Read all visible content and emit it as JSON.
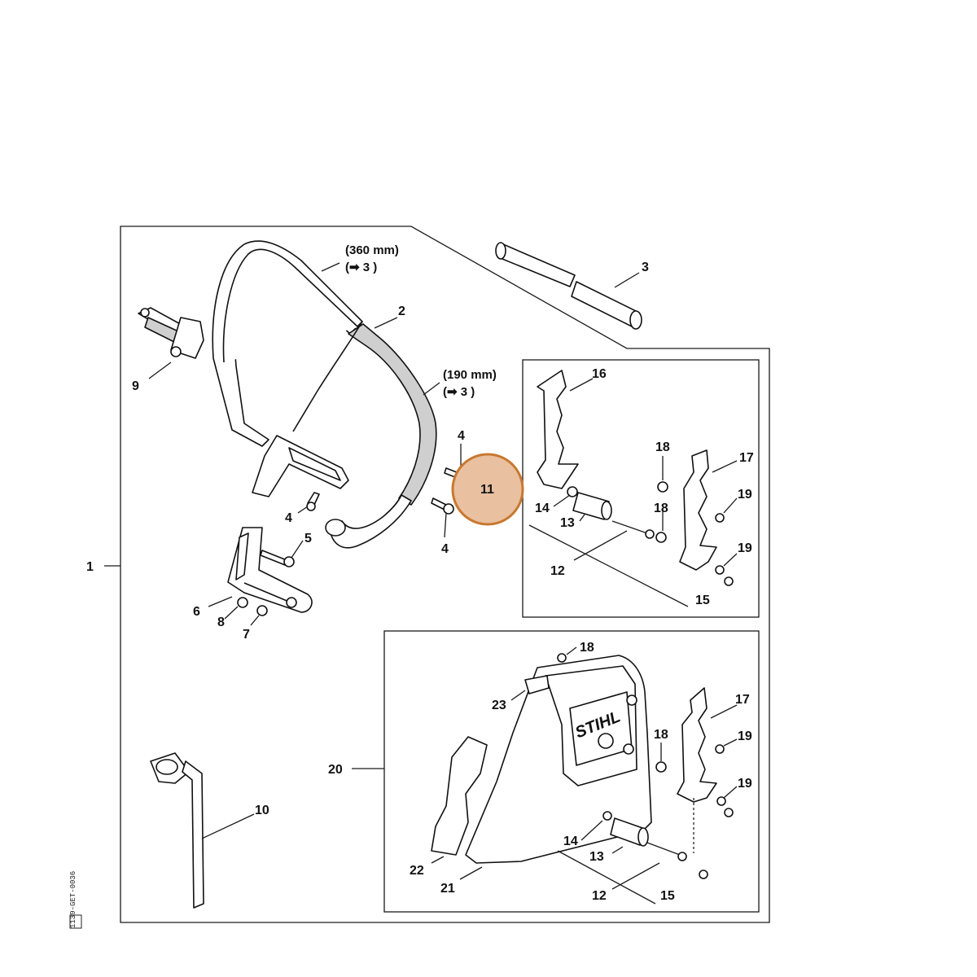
{
  "diagram": {
    "drawing_code": "1139-GET-0036",
    "highlight_color": "#e9c0a0",
    "highlight_border_color": "#c87830",
    "notes": {
      "length_360": "(360 mm)",
      "ref_3a": "(➡ 3 )",
      "length_190": "(190 mm)",
      "ref_3b": "(➡ 3 )"
    },
    "logo_text": "STIHL",
    "callouts": {
      "c1": "1",
      "c2": "2",
      "c3": "3",
      "c4a": "4",
      "c4b": "4",
      "c4c": "4",
      "c5": "5",
      "c6": "6",
      "c7": "7",
      "c8": "8",
      "c9": "9",
      "c10": "10",
      "c11": "11",
      "c12a": "12",
      "c13a": "13",
      "c14a": "14",
      "c15a": "15",
      "c16": "16",
      "c17a": "17",
      "c18a": "18",
      "c18b": "18",
      "c19a": "19",
      "c19b": "19",
      "c20": "20",
      "c18c": "18",
      "c23": "23",
      "c17b": "17",
      "c18d": "18",
      "c19c": "19",
      "c19d": "19",
      "c14b": "14",
      "c13b": "13",
      "c12b": "12",
      "c15b": "15",
      "c22": "22",
      "c21": "21"
    }
  }
}
